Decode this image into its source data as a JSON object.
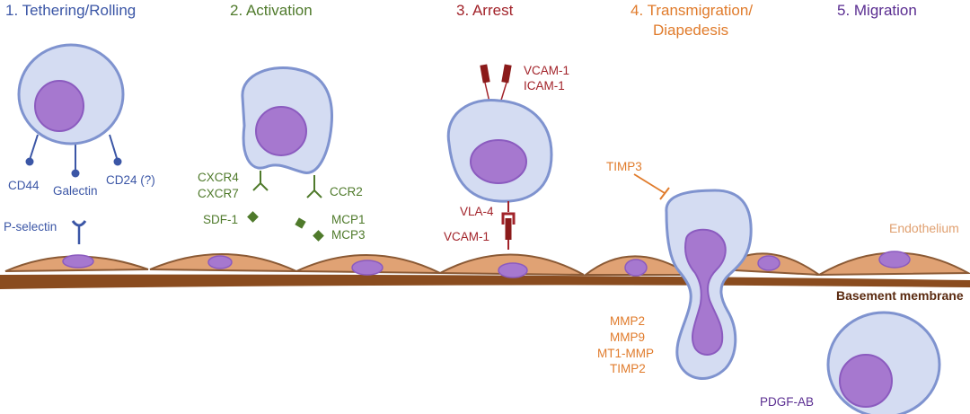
{
  "stages": [
    {
      "label": "1. Tethering/Rolling",
      "color": "#3b56a6"
    },
    {
      "label": "2. Activation",
      "color": "#4f7a2b"
    },
    {
      "label": "3. Arrest",
      "color": "#a2232a"
    },
    {
      "label": "4. Transmigration/",
      "label2": "Diapedesis",
      "color": "#e07b2b"
    },
    {
      "label": "5. Migration",
      "color": "#5a2d91"
    }
  ],
  "tethering": {
    "receptors": [
      "CD44",
      "Galectin",
      "CD24 (?)"
    ],
    "selectin": "P-selectin"
  },
  "activation": {
    "receptors_left": [
      "CXCR4",
      "CXCR7"
    ],
    "ligand_left": "SDF-1",
    "receptor_right": "CCR2",
    "ligands_right": [
      "MCP1",
      "MCP3"
    ]
  },
  "arrest": {
    "top_labels": [
      "VCAM-1",
      "ICAM-1"
    ],
    "integrin": "VLA-4",
    "endothelial_ligand": "VCAM-1"
  },
  "transmigration": {
    "inhibitor": "TIMP3",
    "enzymes": [
      "MMP2",
      "MMP9",
      "MT1-MMP",
      "TIMP2"
    ]
  },
  "migration": {
    "factor": "PDGF-AB"
  },
  "layers": {
    "endothelium": "Endothelium",
    "basement": "Basement membrane"
  },
  "colors": {
    "cell_fill": "#d4dcf2",
    "cell_stroke": "#7f93cf",
    "nucleus": "#a678cf",
    "nucleus_stroke": "#8b5bbf",
    "endo_fill": "#e0a274",
    "endo_stroke": "#8b5a35",
    "membrane": "#8a4c1f",
    "endo_label": "#e0a070",
    "basement_label": "#5a2a10"
  }
}
